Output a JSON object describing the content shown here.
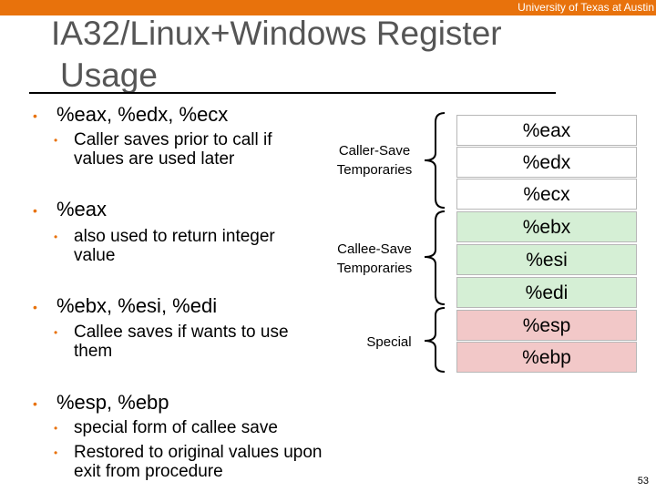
{
  "header": {
    "institution": "University of Texas at Austin"
  },
  "title": {
    "line1": "IA32/Linux+Windows Register",
    "line2": "Usage"
  },
  "bullets": [
    {
      "text": "%eax, %edx, %ecx",
      "subs": [
        "Caller saves prior to call if values are used later"
      ]
    },
    {
      "text": "%eax",
      "subs": [
        "also used to return integer value"
      ]
    },
    {
      "text": "%ebx, %esi, %edi",
      "subs": [
        "Callee saves if wants to use them"
      ]
    },
    {
      "text": "%esp, %ebp",
      "subs": [
        "special form of callee save",
        "Restored to original values upon exit from procedure"
      ]
    }
  ],
  "groups": [
    {
      "label_line1": "Caller-Save",
      "label_line2": "Temporaries"
    },
    {
      "label_line1": "Callee-Save",
      "label_line2": "Temporaries"
    },
    {
      "label_line1": "Special"
    }
  ],
  "registers": [
    {
      "name": "%eax",
      "color": "#ffffff"
    },
    {
      "name": "%edx",
      "color": "#ffffff"
    },
    {
      "name": "%ecx",
      "color": "#ffffff"
    },
    {
      "name": "%ebx",
      "color": "#d5efd5"
    },
    {
      "name": "%esi",
      "color": "#d5efd5"
    },
    {
      "name": "%edi",
      "color": "#d5efd5"
    },
    {
      "name": "%esp",
      "color": "#f2c8c8"
    },
    {
      "name": "%ebp",
      "color": "#f2c8c8"
    }
  ],
  "colors": {
    "accent": "#e8720c",
    "callee_save": "#d5efd5",
    "special": "#f2c8c8"
  },
  "page_number": "53"
}
